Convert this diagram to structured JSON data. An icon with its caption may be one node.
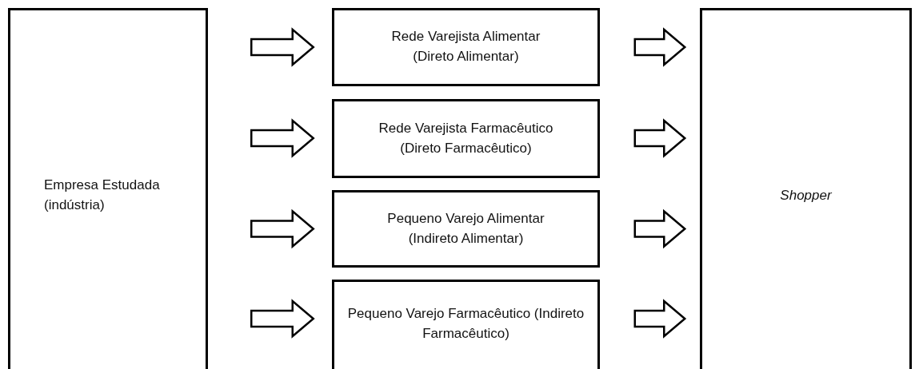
{
  "diagram": {
    "nodes": [
      {
        "text": [
          "Empresa Estudada (indústria)"
        ]
      },
      {
        "text": [
          "Rede Varejista Alimentar (Direto Alimentar)"
        ]
      },
      {
        "text": [
          "Rede Varejista Farmacêutico (Direto Farmacêutico)"
        ]
      },
      {
        "text": [
          "Pequeno Varejo Alimentar (Indireto Alimentar)"
        ]
      },
      {
        "text": [
          "Pequeno Varejo Farmacêutico (Indireto Farmacêutico)"
        ]
      },
      {
        "text": [
          "Shopper"
        ]
      }
    ],
    "edges": [
      {
        "from": 0,
        "to": 1,
        "arrow": "to"
      },
      {
        "from": 0,
        "to": 2,
        "arrow": "to"
      },
      {
        "from": 0,
        "to": 3,
        "arrow": "to"
      },
      {
        "from": 0,
        "to": 4,
        "arrow": "to"
      },
      {
        "from": 1,
        "to": 5,
        "arrow": "to"
      },
      {
        "from": 2,
        "to": 5,
        "arrow": "to"
      },
      {
        "from": 3,
        "to": 5,
        "arrow": "to"
      },
      {
        "from": 4,
        "to": 5,
        "arrow": "to"
      }
    ]
  }
}
